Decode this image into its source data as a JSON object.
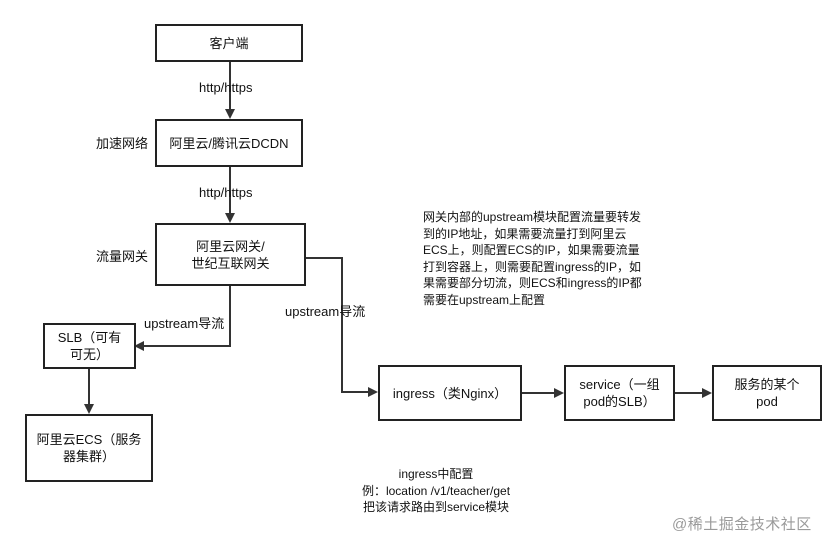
{
  "nodes": {
    "client": "客户端",
    "cdn": "阿里云/腾讯云DCDN",
    "gateway": "阿里云网关/\n世纪互联网关",
    "slb": "SLB（可有\n可无）",
    "ecs": "阿里云ECS（服务\n器集群）",
    "ingress": "ingress（类Nginx）",
    "service": "service（一组\npod的SLB）",
    "pod": "服务的某个\npod"
  },
  "edges": {
    "client_to_cdn": "http/https",
    "cdn_to_gateway": "http/https",
    "gateway_to_slb": "upstream导流",
    "gateway_to_ingress": "upstream导流"
  },
  "side_labels": {
    "acceleration": "加速网络",
    "traffic_gateway": "流量网关"
  },
  "notes": {
    "upstream_note": "网关内部的upstream模块配置流量要转发\n到的IP地址，如果需要流量打到阿里云\nECS上，则配置ECS的IP，如果需要流量\n打到容器上，则需要配置ingress的IP，如\n果需要部分切流，则ECS和ingress的IP都\n需要在upstream上配置",
    "ingress_note": "ingress中配置\n例：location /v1/teacher/get\n把该请求路由到service模块"
  },
  "watermark": "@稀土掘金技术社区"
}
